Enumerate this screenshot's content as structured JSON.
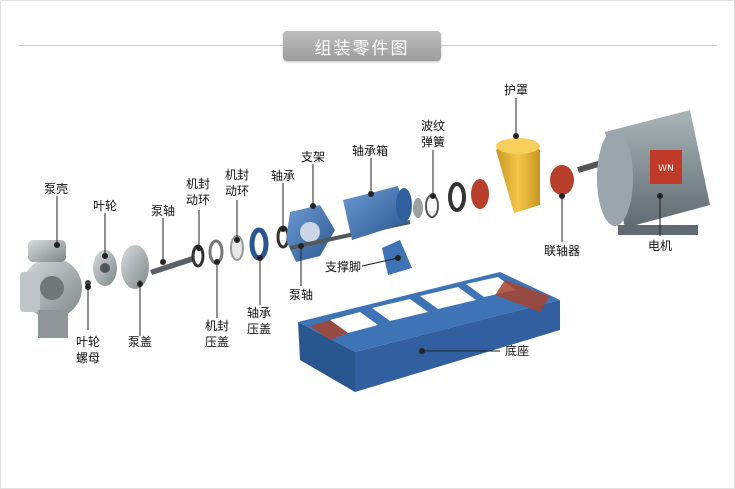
{
  "title": "组装零件图",
  "colors": {
    "blue": "#3e74b6",
    "blue_dark": "#2a5690",
    "red": "#b8402b",
    "yellow": "#e3b32c",
    "grey": "#8a9396",
    "motor": "#7d8a90"
  },
  "labels": {
    "pump_casing": "泵壳",
    "impeller": "叶轮",
    "impeller_nut_1": "叶轮",
    "impeller_nut_2": "螺母",
    "pump_cover": "泵盖",
    "pump_shaft_1": "泵轴",
    "seal_rotating_a_1": "机封",
    "seal_rotating_a_2": "动环",
    "seal_gland_1": "机封",
    "seal_gland_2": "压盖",
    "seal_rotating_b_1": "机封",
    "seal_rotating_b_2": "动环",
    "bearing": "轴承",
    "bearing_cover_1": "轴承",
    "bearing_cover_2": "压盖",
    "bracket": "支架",
    "pump_shaft_2": "泵轴",
    "bearing_box": "轴承箱",
    "support_foot": "支撑脚",
    "spring_1": "波纹",
    "spring_2": "弹簧",
    "guard": "护罩",
    "coupling": "联轴器",
    "motor": "电机",
    "base": "底座",
    "motor_badge": "WN"
  }
}
